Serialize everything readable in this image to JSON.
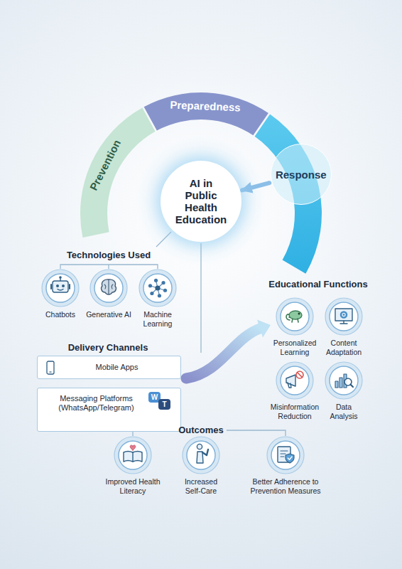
{
  "diagram": {
    "nodes": [
      {
        "text": [
          "Prevention"
        ]
      },
      {
        "text": [
          "Preparedness"
        ]
      },
      {
        "text": [
          "Response"
        ]
      },
      {
        "text": [
          "AI in Public Health Education"
        ]
      },
      {
        "text": [
          "Chatbots"
        ]
      },
      {
        "text": [
          "Generative AI"
        ]
      },
      {
        "text": [
          "Machine Learning"
        ]
      },
      {
        "text": [
          "Mobile Apps"
        ]
      },
      {
        "text": [
          "Messaging Platforms (WhatsApp/Telegram)"
        ]
      },
      {
        "text": [
          "W"
        ],
        "in": 8
      },
      {
        "text": [
          "T"
        ],
        "in": 8
      },
      {
        "text": [
          "Personalized Learning"
        ]
      },
      {
        "text": [
          "Content Adaptation"
        ]
      },
      {
        "text": [
          "Misinformation Reduction"
        ]
      },
      {
        "text": [
          "Data Analysis"
        ]
      },
      {
        "text": [
          "Improved Health Literacy"
        ]
      },
      {
        "text": [
          "Increased Self-Care"
        ]
      },
      {
        "text": [
          "Better Adherence to Prevention Measures"
        ]
      }
    ],
    "edges": [
      {
        "from": 2,
        "to": 3,
        "arrow": "to"
      }
    ],
    "labels": [
      "Technologies Used",
      "Delivery Channels",
      "Educational Functions",
      "Outcomes"
    ]
  }
}
